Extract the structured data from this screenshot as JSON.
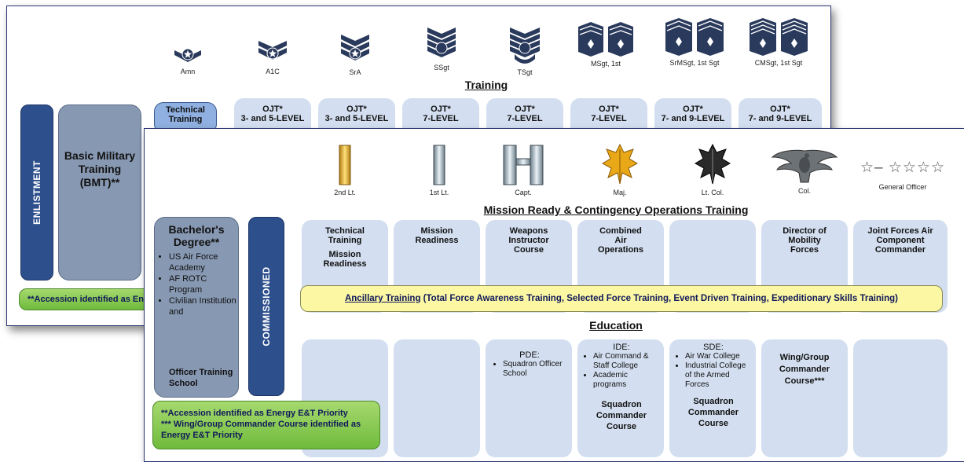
{
  "enlisted": {
    "ranks": [
      "Amn",
      "A1C",
      "SrA",
      "SSgt",
      "TSgt",
      "MSgt, 1st",
      "SrMSgt, 1st Sgt",
      "CMSgt, 1st Sgt"
    ],
    "training_title": "Training",
    "boxes": [
      {
        "line1": "Technical",
        "line2": "Training"
      },
      {
        "line1": "OJT*",
        "line2": "3- and 5-LEVEL"
      },
      {
        "line1": "OJT*",
        "line2": "3- and 5-LEVEL"
      },
      {
        "line1": "OJT*",
        "line2": "7-LEVEL"
      },
      {
        "line1": "OJT*",
        "line2": "7-LEVEL"
      },
      {
        "line1": "OJT*",
        "line2": "7-LEVEL"
      },
      {
        "line1": "OJT*",
        "line2": "7- and 9-LEVEL"
      },
      {
        "line1": "OJT*",
        "line2": "7- and 9-LEVEL"
      }
    ],
    "enlistment_label": "ENLISTMENT",
    "bmt_label": "Basic Military Training (BMT)**",
    "note": "**Accession identified as En"
  },
  "officer": {
    "ranks": [
      "2nd Lt.",
      "1st Lt.",
      "Capt.",
      "Maj.",
      "Lt. Col.",
      "Col.",
      "General Officer"
    ],
    "stars_text": "☆– ☆☆☆☆",
    "mission_title": "Mission Ready & Contingency Operations Training",
    "mission_boxes": [
      {
        "l1": "Technical",
        "l2": "Training",
        "l3": "Mission",
        "l4": "Readiness"
      },
      {
        "l1": "Mission",
        "l2": "Readiness",
        "l3": "",
        "l4": ""
      },
      {
        "l1": "Weapons",
        "l2": "Instructor",
        "l3": "Course",
        "l4": ""
      },
      {
        "l1": "Combined",
        "l2": "Air",
        "l3": "Operations",
        "l4": ""
      },
      {
        "l1": "",
        "l2": "",
        "l3": "",
        "l4": ""
      },
      {
        "l1": "Director of",
        "l2": "Mobility",
        "l3": "Forces",
        "l4": ""
      },
      {
        "l1": "Joint Forces Air",
        "l2": "Component",
        "l3": "Commander",
        "l4": ""
      }
    ],
    "ancillary_head": "Ancillary Training",
    "ancillary_rest": "(Total Force Awareness Training, Selected Force Training, Event Driven Training, Expeditionary Skills Training)",
    "education_title": "Education",
    "pde": {
      "head": "PDE:",
      "items": [
        "Squadron Officer School"
      ]
    },
    "ide": {
      "head": "IDE:",
      "items": [
        "Air Command & Staff College",
        "Academic programs"
      ],
      "foot": "Squadron Commander Course"
    },
    "sde": {
      "head": "SDE:",
      "items": [
        "Air War College",
        "Industrial College of the Armed Forces"
      ],
      "foot": "Squadron Commander Course"
    },
    "wing": "Wing/Group Commander Course***",
    "bachelor": {
      "title": "Bachelor's Degree**",
      "items": [
        "US Air Force Academy",
        "AF ROTC Program",
        "Civilian Institution and"
      ],
      "officer_bold": "Officer Training School"
    },
    "commissioned_label": "COMMISSIONED",
    "note1": "**Accession identified as Energy E&T Priority",
    "note2": "*** Wing/Group Commander Course identified as Energy E&T Priority"
  },
  "colors": {
    "navy": "#2d4f8c",
    "gray_box": "#8798b2",
    "light_box": "#d3dff0",
    "yellow": "#fbf7a3",
    "green": "#7cc243"
  }
}
